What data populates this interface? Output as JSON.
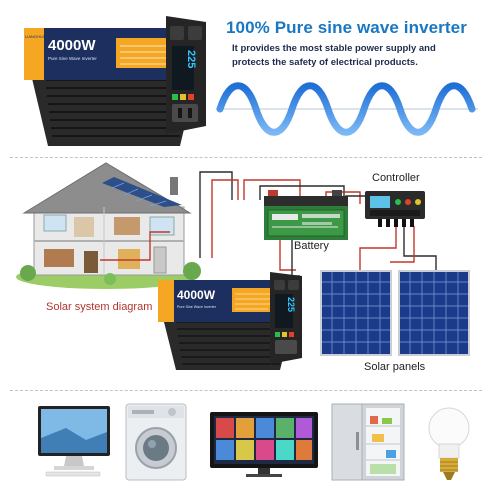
{
  "headline": {
    "title": "100% Pure sine wave inverter",
    "line1": "It provides the most stable power supply and",
    "line2": "protects the safety of electrical products."
  },
  "inverter": {
    "power_label": "4000W",
    "brand": "LIANGHUI",
    "model": "Pure Sine Wave Inverter",
    "display_value": "225"
  },
  "diagram": {
    "controller_label": "Controller",
    "battery_label": "Battery",
    "solar_system_label": "Solar system diagram",
    "solar_panels_label": "Solar panels"
  },
  "colors": {
    "accent_blue": "#1a78c2",
    "wave_blue": "#1f6fd6",
    "inverter_orange": "#f5a623",
    "inverter_navy": "#1d2f5e",
    "wire_red": "#c0392b",
    "caption_red": "#b2362c"
  }
}
